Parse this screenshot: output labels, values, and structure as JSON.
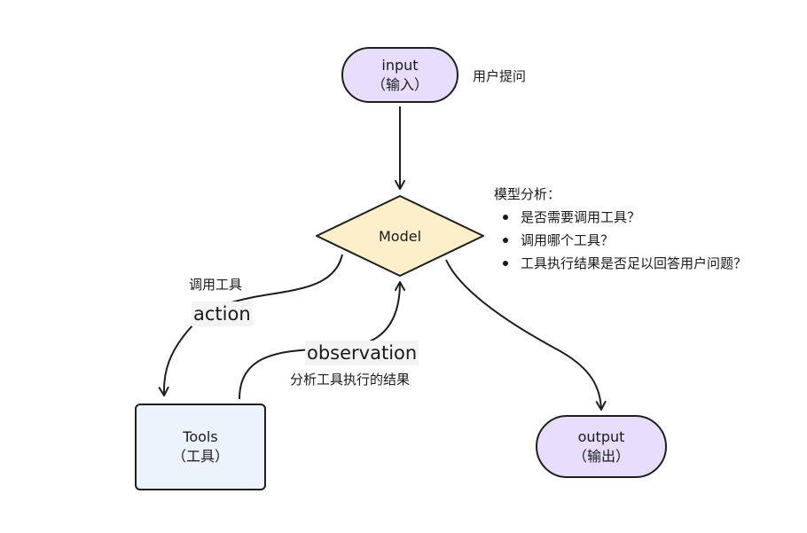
{
  "nodes": {
    "input": {
      "title": "input",
      "subtitle": "（输入）"
    },
    "model": {
      "title": "Model"
    },
    "tools": {
      "title": "Tools",
      "subtitle": "（工具）"
    },
    "output": {
      "title": "output",
      "subtitle": "（输出）"
    }
  },
  "notes": {
    "input_note": "用户提问",
    "model_analysis": {
      "heading": "模型分析：",
      "items": [
        "是否需要调用工具？",
        "调用哪个工具？",
        "工具执行结果是否足以回答用户问题？"
      ]
    }
  },
  "edges": {
    "action": {
      "caption": "调用工具",
      "label": "action"
    },
    "observation": {
      "label": "observation",
      "caption": "分析工具执行的结果"
    }
  },
  "colors": {
    "pill_fill": "#e6defc",
    "diamond_fill": "#fdefc9",
    "tools_fill": "#edf3fd",
    "stroke": "#1f1f1f"
  }
}
